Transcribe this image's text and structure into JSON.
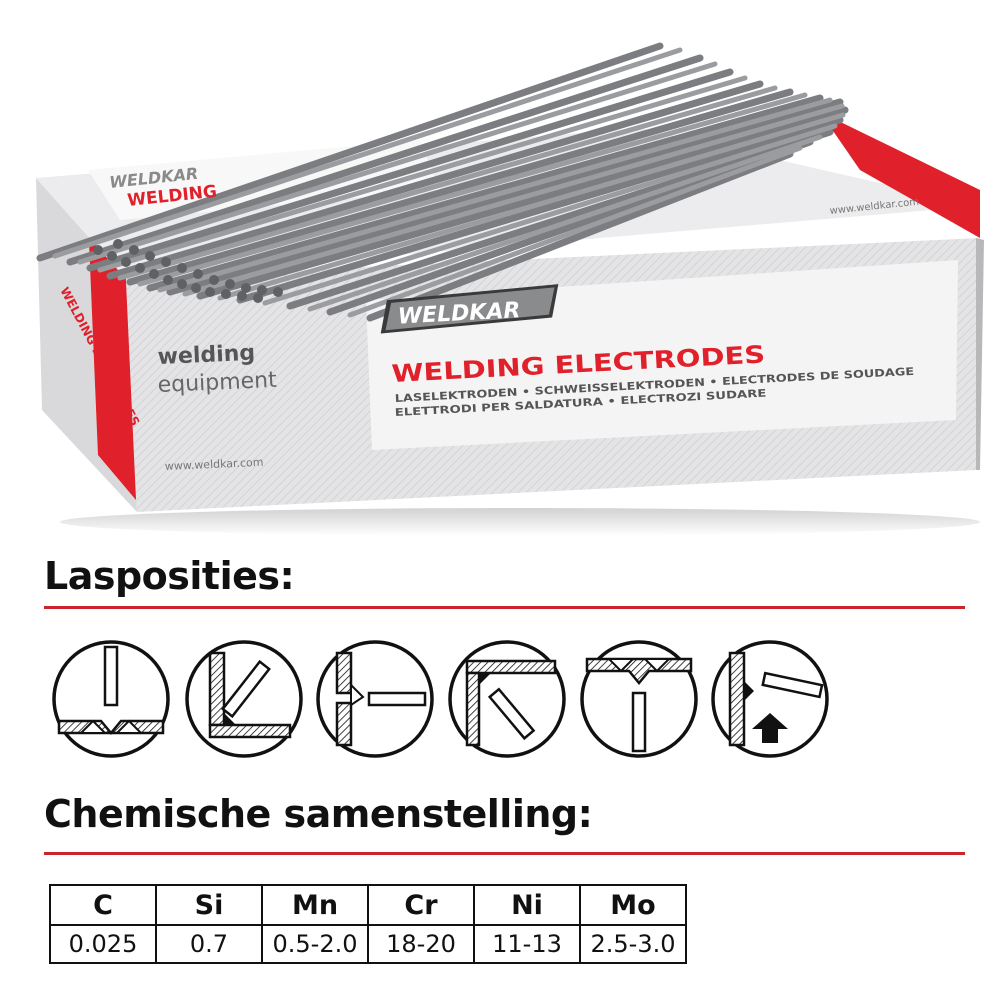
{
  "colors": {
    "brand_red": "#e0202a",
    "rule_red": "#c9262c",
    "text": "#111111"
  },
  "box": {
    "brand": "WELDKAR",
    "headline": "WELDING ELECTRODES",
    "subline_1": "LASELEKTRODEN • SCHWEISSELEKTRODEN • ELECTRODES DE SOUDAGE",
    "subline_2": "ELETTRODI PER SALDATURA • ELECTROZI SUDARE",
    "side_word_1": "welding",
    "side_word_2": "equipment",
    "website": "www.weldkar.com",
    "lid_brand": "WELDKAR",
    "lid_headline": "WELDING",
    "lid_website": "www.weldkar.com",
    "side_panel_text": "WELDING ELECTRODES"
  },
  "positions_section": {
    "title": "Lasposities:",
    "icons": [
      "flat-position-icon",
      "horizontal-vertical-position-icon",
      "horizontal-position-icon",
      "overhead-corner-position-icon",
      "overhead-position-icon",
      "vertical-up-position-icon"
    ]
  },
  "composition_section": {
    "title": "Chemische samenstelling:",
    "headers": [
      "C",
      "Si",
      "Mn",
      "Cr",
      "Ni",
      "Mo"
    ],
    "values": [
      "0.025",
      "0.7",
      "0.5-2.0",
      "18-20",
      "11-13",
      "2.5-3.0"
    ]
  }
}
